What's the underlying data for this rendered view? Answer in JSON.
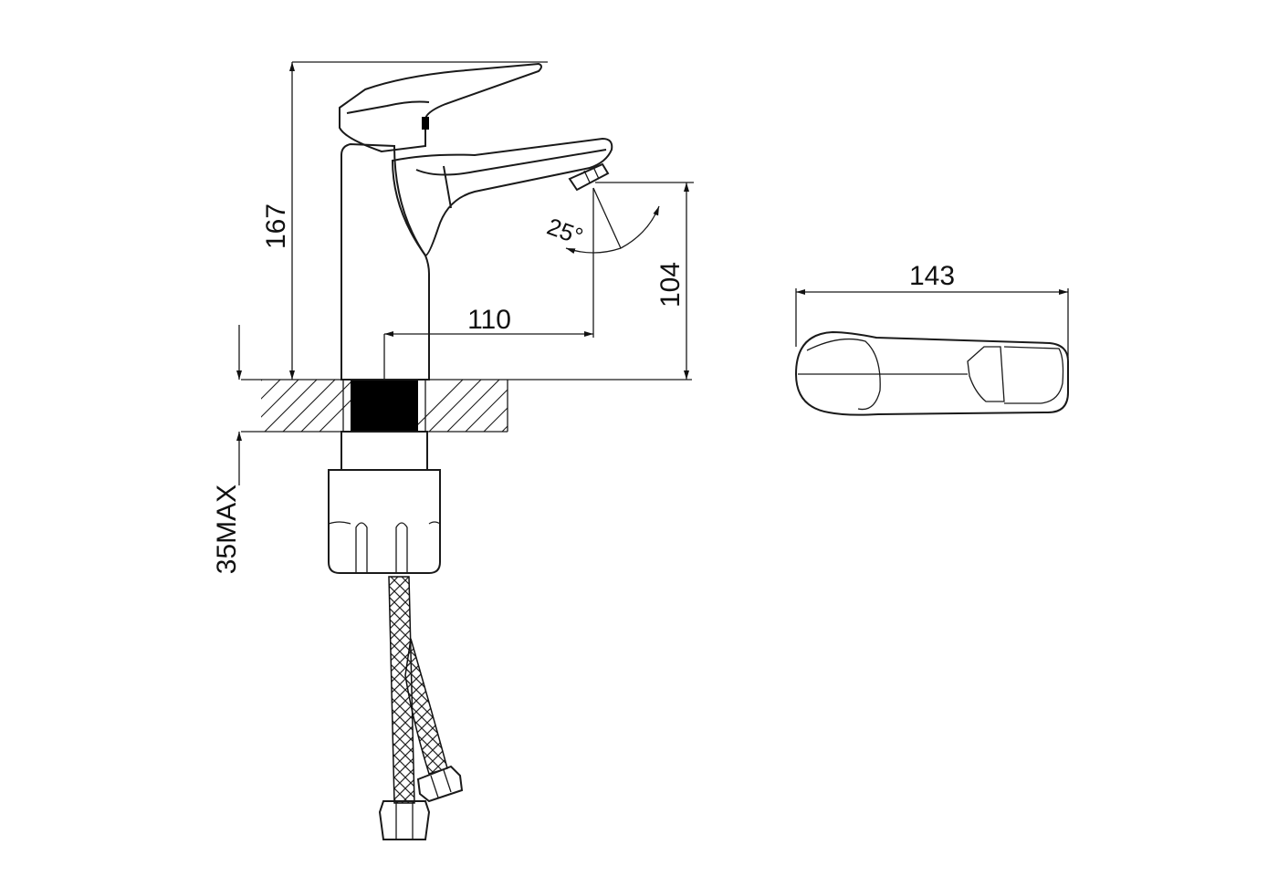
{
  "dimensions": {
    "height_total": "167",
    "reach": "110",
    "spout_height": "104",
    "handle_length": "143",
    "deck_thickness_max": "35MAX",
    "spout_angle": "25°"
  }
}
